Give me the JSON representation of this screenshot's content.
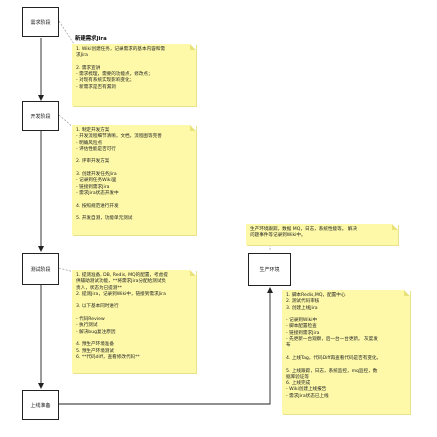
{
  "diagram": {
    "title": "新建需求Jira",
    "stages": [
      {
        "id": "req",
        "label": "需求阶段"
      },
      {
        "id": "dev",
        "label": "开发阶段"
      },
      {
        "id": "test",
        "label": "测试阶段"
      },
      {
        "id": "launch",
        "label": "上线准备"
      }
    ],
    "prod_box": {
      "label": "生产环境"
    },
    "notes": {
      "req": [
        "1. Wiki创建任务，记录需求的基本内容和需",
        "求Jira",
        "",
        "2. 需求宣讲",
        "- 需求梳理，需要的功能点，修改点；",
        "- 对现有系统实现影响变化；",
        "- 新需求是否有漏洞"
      ],
      "dev": [
        "1. 制定开发方案",
        "- 开发流程细节清晰，文档，流程图等完善",
        "- 明确风险点",
        "- 评估性能是否可行",
        "",
        "2. 评审开发方案",
        "",
        "3. 创建开发任务Jira",
        "- 记录到任务Wiki里",
        "- 链接到需求Jira",
        "- 需求Jira状态开发中",
        "",
        "4. 按照规范进行开发",
        "",
        "5. 开发自测，功能单元测试"
      ],
      "test": [
        "1. 提测准备, DB, Redis, MQ的配置，考虑提",
        "供辅助测试功能，**将需求Jira分配给测试负",
        "责人，状态为已提测**",
        "2. 提测Jira，记录到Wiki中，链接到需求Jira",
        "",
        "3. 以下基本同时进行",
        "",
        "- 代码Review",
        "- 执行测试",
        "- 解决bug复注原因",
        "",
        "4. 预生产环境准备",
        "5. 预生产环境测试",
        "6. **代码diff，查看修改代码**"
      ],
      "prod_top": [
        "生产环境跟踪，数据 MQ，日志，系统性能等。 解决",
        "问题事件等记录到Wiki中。"
      ],
      "prod_bottom": [
        "1. 脚本Redis,MQ，配置中心",
        "2. 测试代码审核",
        "3. 创建上线Jira",
        "",
        "- 记录到Wiki中",
        "- 脚本配置检查",
        "- 链接到需求Jira",
        "- 先更新一台观察，后一台一台更新。 灰度发",
        "布",
        "",
        "4. 上线Tag，代码Diff再查看代码是否有变化。",
        "",
        "5. 上线跟踪，日志，系统监控，mq监控，数",
        "据库验证等",
        "6. 上线完成",
        "- Wiki创建上线报告",
        "- 需求Jira状态已上线"
      ]
    },
    "colors": {
      "note_bg": "#fdf9a8",
      "line": "#222222",
      "box_border": "#222222"
    }
  }
}
